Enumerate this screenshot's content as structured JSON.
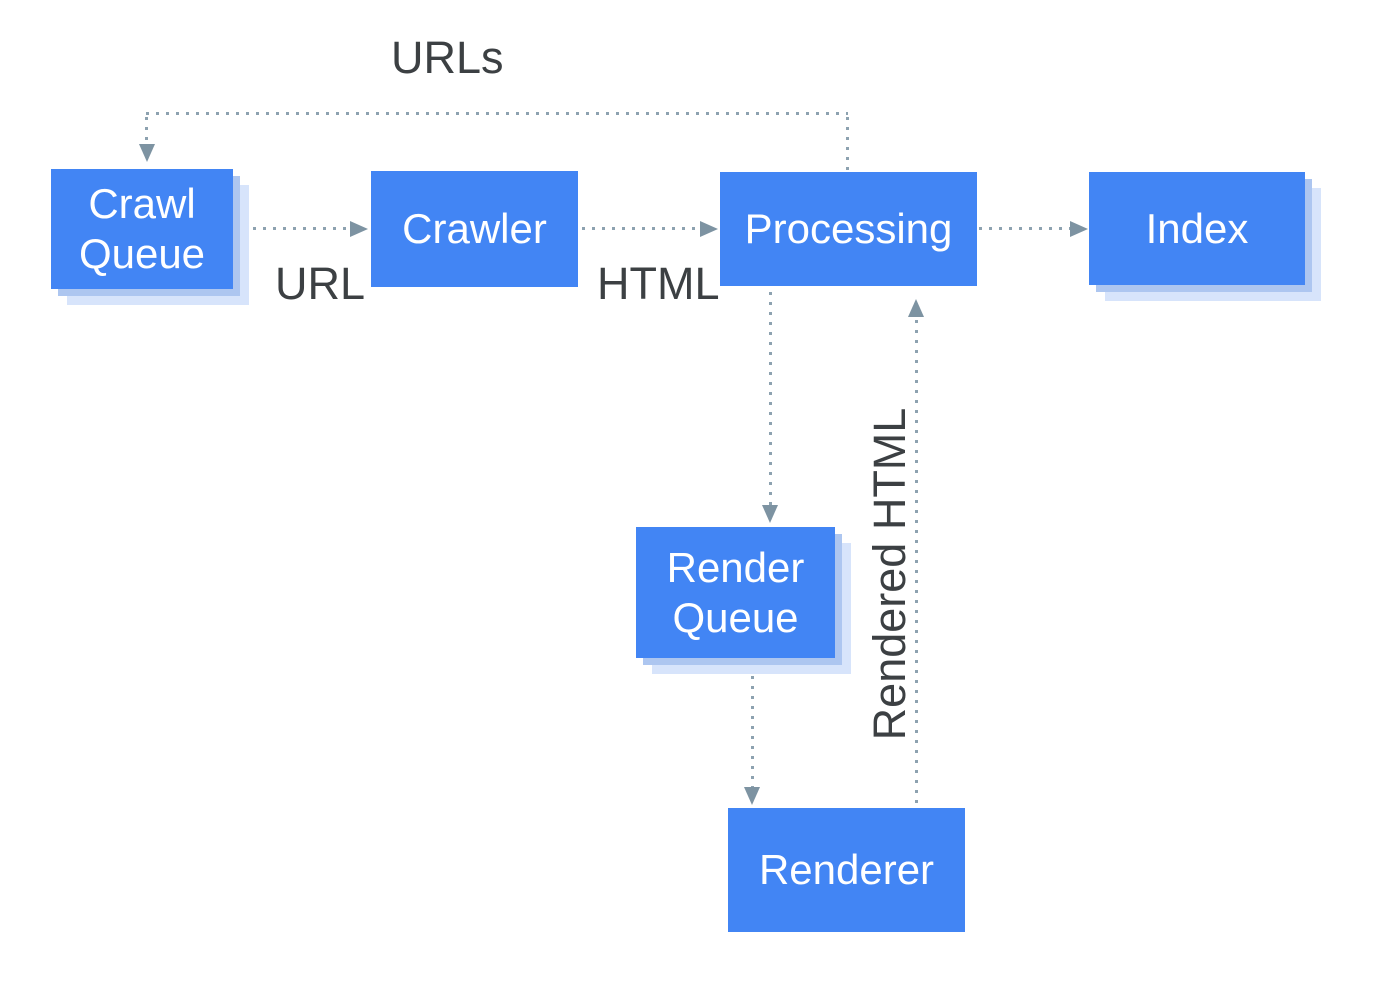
{
  "nodes": {
    "crawl_queue": {
      "label": "Crawl\nQueue"
    },
    "crawler": {
      "label": "Crawler"
    },
    "processing": {
      "label": "Processing"
    },
    "index": {
      "label": "Index"
    },
    "render_queue": {
      "label": "Render\nQueue"
    },
    "renderer": {
      "label": "Renderer"
    }
  },
  "edge_labels": {
    "urls": "URLs",
    "url": "URL",
    "html": "HTML",
    "rendered_html": "Rendered HTML"
  },
  "colors": {
    "box_fill": "#4285f4",
    "box_text": "#ffffff",
    "shadow_inner": "#adc6f0",
    "shadow_outer": "#d7e4fb",
    "dot": "#8da2b0",
    "arrow": "#7d93a2",
    "label_text": "#3c4043",
    "bg": "#ffffff"
  }
}
